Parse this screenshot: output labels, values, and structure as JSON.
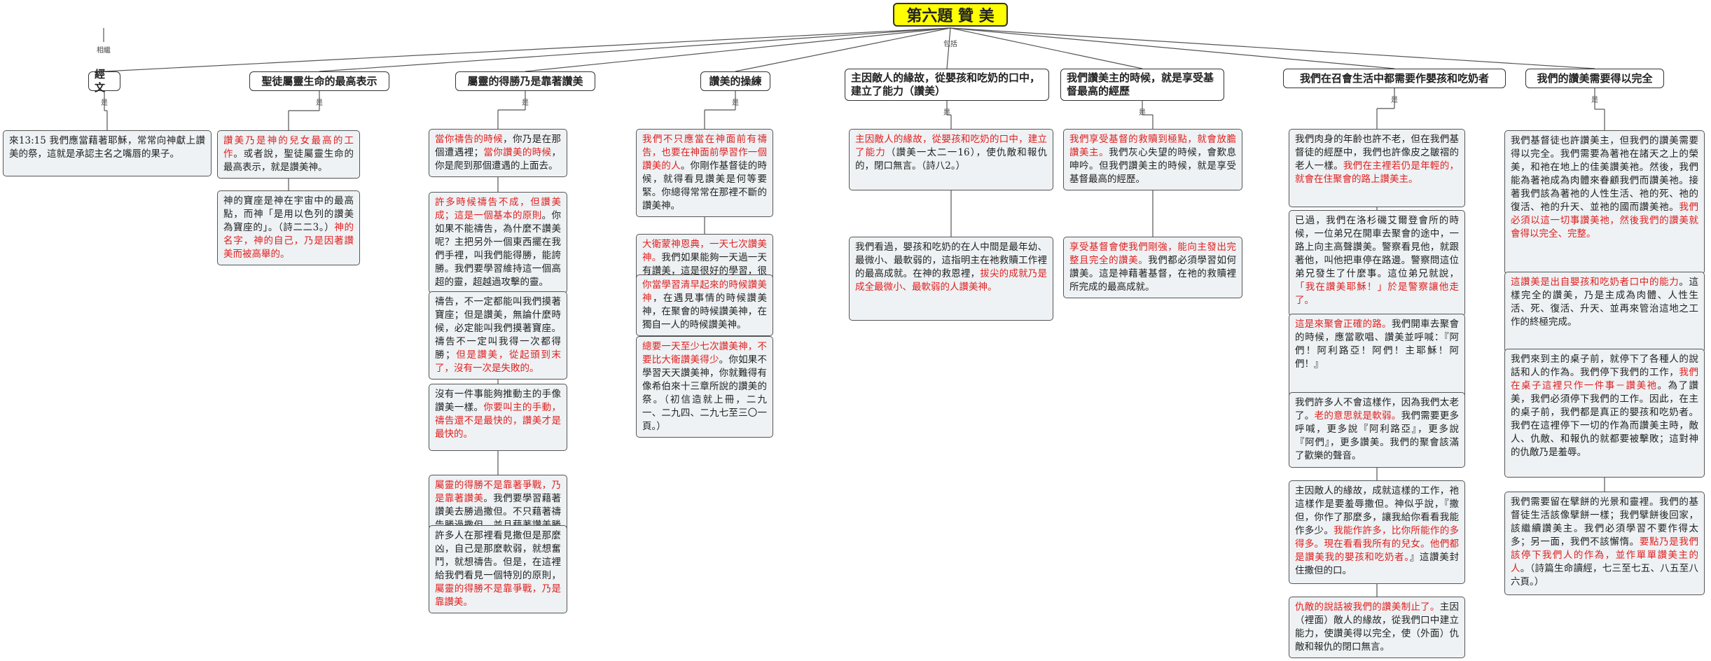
{
  "title": "第六題 贊 美",
  "labels": {
    "left": "相繼",
    "main": "包括",
    "sub": "是"
  },
  "colors": {
    "root_fill": "#ffff00",
    "highlight": "#e02020",
    "node_fill": "#eef2f4"
  },
  "topics": [
    {
      "heading": "經文",
      "notes": [
        [
          {
            "t": "來13:15 我們應當藉著耶穌，常常向神獻上讚美的祭，這就是承認主名之嘴唇的果子。",
            "r": false
          }
        ]
      ]
    },
    {
      "heading": "聖徒屬靈生命的最高表示",
      "notes": [
        [
          {
            "t": "讚美乃是神的兒女最高的工作",
            "r": true
          },
          {
            "t": "。或者說，聖徒屬靈生命的最高表示，就是讚美神。",
            "r": false
          }
        ],
        [
          {
            "t": "神的寶座是神在宇宙中的最高點，而神「是用以色列的讚美為寶座的」。（詩二二3。）",
            "r": false
          },
          {
            "t": "神的名字，神的自己，乃是因著讚美而被高舉的。",
            "r": true
          }
        ]
      ]
    },
    {
      "heading": "屬靈的得勝乃是靠著讚美",
      "notes": [
        [
          {
            "t": "當你禱告的時候",
            "r": true
          },
          {
            "t": "，你乃是在那個遭遇裡；",
            "r": false
          },
          {
            "t": "當你讚美的時候",
            "r": true
          },
          {
            "t": "，你是爬到那個遭遇的上面去。",
            "r": false
          }
        ],
        [
          {
            "t": "許多時候禱告不成，但讚美成；這是一個基本的原則",
            "r": true
          },
          {
            "t": "。你如果不能禱告，為什麼不讚美呢？主把另外一個東西擺在我們手裡，叫我們能得勝，能誇勝。我們要學習維持這一個高超的靈，超越過攻擊的靈。",
            "r": false
          }
        ],
        [
          {
            "t": "禱告，不一定都能叫我們摸著寶座；但是讚美，無論什麼時候，必定能叫我們摸著寶座。禱告不一定叫我得一次都得勝；",
            "r": false
          },
          {
            "t": "但是讚美，從起頭到末了，沒有一次是失敗的。",
            "r": true
          }
        ],
        [
          {
            "t": "沒有一件事能夠推動主的手像讚美一樣。",
            "r": false
          },
          {
            "t": "你要叫主的手動，禱告還不是最快的，讚美才是最快的。",
            "r": true
          }
        ],
        [
          {
            "t": "屬靈的得勝不是靠著爭戰，乃是靠著讚美",
            "r": true
          },
          {
            "t": "。我們要學習藉著讚美去勝過撒但。不只藉著禱告勝過撒但，並且藉著讚美勝過撒但。",
            "r": false
          }
        ],
        [
          {
            "t": "許多人在那裡看見撒但是那麼凶，自己是那麼軟弱，就想奮鬥，就想禱告。但是，在這裡給我們看見一個特別的原則，",
            "r": false
          },
          {
            "t": "屬靈的得勝不是靠爭戰，乃是靠讚美。",
            "r": true
          }
        ]
      ]
    },
    {
      "heading": "讚美的操練",
      "notes": [
        [
          {
            "t": "我們不只應當在神面前有禱告，也要在神面前學習作一個讚美的人",
            "r": true
          },
          {
            "t": "。你剛作基督徒的時候，就得看見讚美是何等要緊。你總得常常在那裡不斷的讚美神。",
            "r": false
          }
        ],
        [
          {
            "t": "大衛蒙神恩典，一天七次讚美神。",
            "r": true
          },
          {
            "t": "我們如果能夠一天過一天有讚美，這是很好的學習，很好的功課，很好的屬靈操練。",
            "r": false
          }
        ],
        [
          {
            "t": "你當學習清早起來的時候讚美神",
            "r": true
          },
          {
            "t": "，在遇見事情的時候讚美神，在聚會的時候讚美神，在獨自一人的時候讚美神。",
            "r": false
          }
        ],
        [
          {
            "t": "總要一天至少七次讚美神，不要比大衛讚美得少",
            "r": true
          },
          {
            "t": "。你如果不學習天天讚美神，你就難得有像希伯來十三章所說的讚美的祭。（初信造就上冊，二九一、二九四、二九七至三〇一頁。）",
            "r": false
          }
        ]
      ]
    },
    {
      "heading": "主因敵人的緣故，從嬰孩和吃奶的口中，建立了能力（讚美）",
      "notes": [
        [
          {
            "t": "主因敵人的緣故，從嬰孩和吃奶的口中，建立了能力",
            "r": true
          },
          {
            "t": "（讚美一太二一16），使仇敵和報仇的，閉口無言。（詩八2。）",
            "r": false
          }
        ],
        [
          {
            "t": "我們看過，嬰孩和吃奶的在人中間是最年幼、最微小、最軟弱的，這指明主在祂救贖工作裡的最高成就。在神的救恩裡，",
            "r": false
          },
          {
            "t": "拔尖的成就乃是成全最微小、最軟弱的人讚美神。",
            "r": true
          }
        ]
      ]
    },
    {
      "heading": "我們讚美主的時候，就是享受基督最高的經歷",
      "notes": [
        [
          {
            "t": "我們享受基督的救贖到極點，就會放膽讚美主。",
            "r": true
          },
          {
            "t": "我們灰心失望的時候，會歎息呻吟。但我們讚美主的時候，就是享受基督最高的經歷。",
            "r": false
          }
        ],
        [
          {
            "t": "享受基督會使我們剛強，能向主發出完整且完全的讚美。",
            "r": true
          },
          {
            "t": "我們都必須學習如何讚美。這是神藉著基督，在祂的救贖裡所完成的最高成就。",
            "r": false
          }
        ]
      ]
    },
    {
      "heading": "我們在召會生活中都需要作嬰孩和吃奶者",
      "notes": [
        [
          {
            "t": "我們肉身的年齡也許不老，但在我們基督徒的經歷中，我們也許像皮之皺褶的老人一樣。",
            "r": false
          },
          {
            "t": "我們在主裡若仍是年輕的，就會在住聚會的路上讚美主。",
            "r": true
          }
        ],
        [
          {
            "t": "已過，我們在洛杉磯艾爾登會所的時候，一位弟兄在開車去聚會的途中，一路上向主高聲讚美。警察看見他，就跟著他，叫他把車停在路邊。警察問這位弟兄發生了什麼事。這位弟兄就說，",
            "r": false
          },
          {
            "t": "「我在讚美耶穌！」於是警察讓他走了。",
            "r": true
          }
        ],
        [
          {
            "t": "這是來聚會正確的路。",
            "r": true
          },
          {
            "t": "我們開車去聚會的時候，應當歌唱、讚美並呼喊：『阿們！阿利路亞！阿們！主耶穌！阿們！』",
            "r": false
          }
        ],
        [
          {
            "t": "我們許多人不會這樣作，因為我們太老了。",
            "r": false
          },
          {
            "t": "老的意思就是軟弱。",
            "r": true
          },
          {
            "t": "我們需要更多呼喊，更多說『阿利路亞』，更多說『阿們』，更多讚美。我們的聚會該滿了歡樂的聲音。",
            "r": false
          }
        ],
        [
          {
            "t": "主因敵人的緣故，成就這樣的工作，祂這樣作是要羞辱撒但。神似乎說，『撒但，你作了那麼多，讓我給你看看我能作多少。",
            "r": false
          },
          {
            "t": "我能作許多，比你所能作的多得多。現在看看我所有的兒女。他們都是讚美我的嬰孩和吃奶者。",
            "r": true
          },
          {
            "t": "』這讚美封住撒但的口。",
            "r": false
          }
        ],
        [
          {
            "t": "仇敵的說話被我們的讚美制止了。",
            "r": true
          },
          {
            "t": "主因（裡面）敵人的緣故，從我們口中建立能力，使讚美得以完全，使（外面）仇敵和報仇的閉口無言。",
            "r": false
          }
        ]
      ]
    },
    {
      "heading": "我們的讚美需要得以完全",
      "notes": [
        [
          {
            "t": "我們基督徒也許讚美主，但我們的讚美需要得以完全。我們需要為著祂在諸天之上的榮美，和祂在地上的佳美讚美祂。然後，我們能為著祂成為肉體來眷顧我們而讚美祂。接著我們該為著祂的人性生活、祂的死、祂的復活、祂的升天、並祂的國而讚美祂。",
            "r": false
          },
          {
            "t": "我們必須以這一切事讚美祂，然後我們的讚美就會得以完全、完整。",
            "r": true
          }
        ],
        [
          {
            "t": "這讚美是出自嬰孩和吃奶者口中的能力",
            "r": true
          },
          {
            "t": "。這樣完全的讚美，乃是主成為肉體、人性生活、死、復活、升天、並再來管治這地之工作的終極完成。",
            "r": false
          }
        ],
        [
          {
            "t": "我們來到主的桌子前，就停下了各種人的說話和人的作為。我們停下我們的工作，",
            "r": false
          },
          {
            "t": "我們在桌子這裡只作一件事－讚美祂",
            "r": true
          },
          {
            "t": "。為了讚美，我們必須停下我們的工作。因此，在主的桌子前，我們都是真正的嬰孩和吃奶者。我們在這裡停下一切的作為而讚美主時，敵人、仇敵、和報仇的就都要被擊敗；這對神的仇敵乃是羞辱。",
            "r": false
          }
        ],
        [
          {
            "t": "我們需要留在擘餅的光景和靈裡。我們的基督徒生活該像擘餅一樣；我們擘餅後回家，該繼續讚美主。我們必須學習不要作得太多；另一面，我們不該懈惰。",
            "r": false
          },
          {
            "t": "要點乃是我們該停下我們人的作為，並作單單讚美主的人",
            "r": true
          },
          {
            "t": "。（詩篇生命讀經，七三至七五、八五至八六頁。）",
            "r": false
          }
        ]
      ]
    }
  ]
}
